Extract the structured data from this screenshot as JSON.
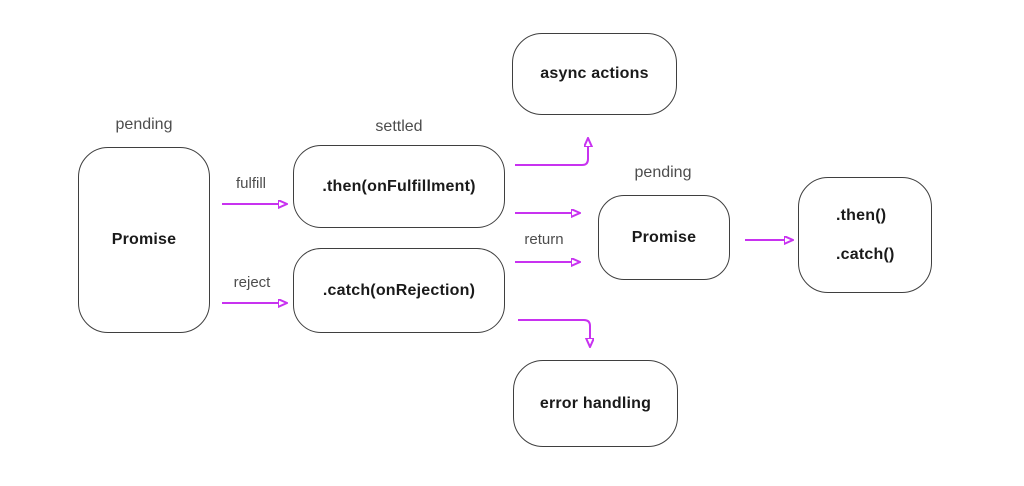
{
  "diagram": {
    "description": "Promise flow diagram",
    "accent_color": "#c832f0",
    "border_color": "#3f3f3f",
    "label_color": "#4d4d4d",
    "nodes": {
      "promise_initial": {
        "label": "Promise",
        "state": "pending"
      },
      "then_handler": {
        "label": ".then(onFulfillment)",
        "state": "settled"
      },
      "catch_handler": {
        "label": ".catch(onRejection)"
      },
      "async_actions": {
        "label": "async actions"
      },
      "promise_returned": {
        "label": "Promise",
        "state": "pending"
      },
      "chained_handlers": {
        "line1": ".then()",
        "line2": ".catch()"
      },
      "error_handling": {
        "label": "error handling"
      }
    },
    "edge_labels": {
      "fulfill": "fulfill",
      "reject": "reject",
      "return_value": "return"
    }
  }
}
